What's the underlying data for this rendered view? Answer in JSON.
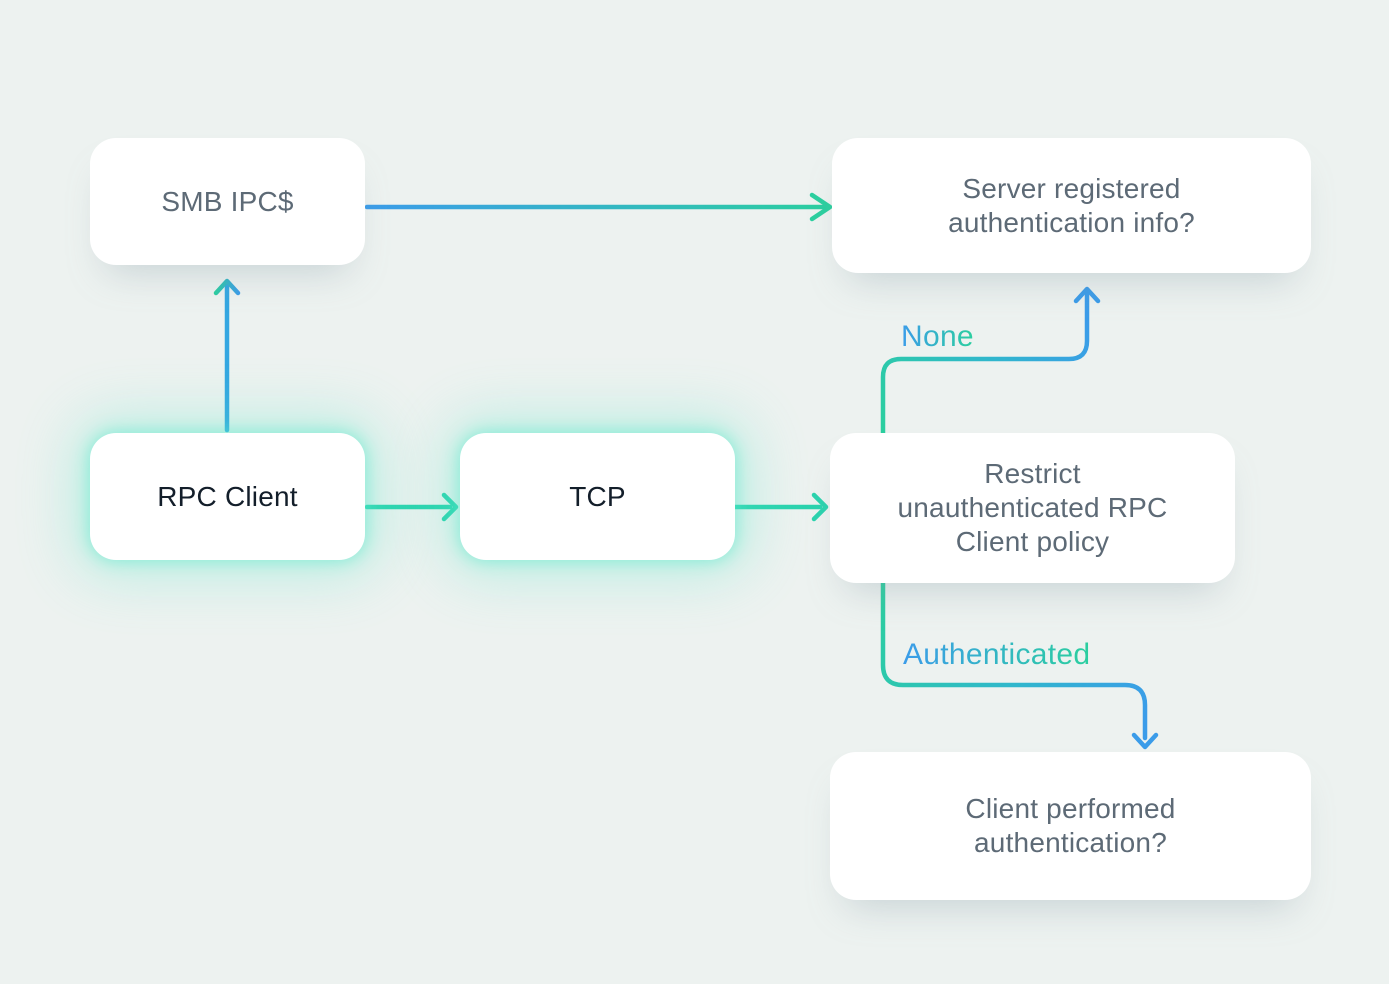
{
  "canvas": {
    "background": "#edf2f0"
  },
  "colors": {
    "node_fill": "#ffffff",
    "node_text_gray": "#5d6a76",
    "node_text_dark": "#131e2a",
    "arrow_teal": "#2bd3ae",
    "arrow_green": "#2bcf9f",
    "arrow_blue": "#3b9ce9",
    "glow_teal": "#58e9cb"
  },
  "nodes": [
    {
      "id": "smb-ipc",
      "label": "SMB IPC$"
    },
    {
      "id": "server-registered",
      "label": "Server registered\nauthentication info?"
    },
    {
      "id": "rpc-client",
      "label": "RPC Client",
      "glow": true
    },
    {
      "id": "tcp",
      "label": "TCP",
      "glow": true
    },
    {
      "id": "restrict-policy",
      "label": "Restrict\nunauthenticated RPC\nClient policy"
    },
    {
      "id": "client-performed",
      "label": "Client performed\nauthentication?"
    }
  ],
  "edges": [
    {
      "from": "smb-ipc",
      "to": "server-registered",
      "label": ""
    },
    {
      "from": "rpc-client",
      "to": "smb-ipc",
      "label": ""
    },
    {
      "from": "rpc-client",
      "to": "tcp",
      "label": ""
    },
    {
      "from": "tcp",
      "to": "restrict-policy",
      "label": ""
    },
    {
      "from": "restrict-policy",
      "to": "server-registered",
      "label": "None"
    },
    {
      "from": "restrict-policy",
      "to": "client-performed",
      "label": "Authenticated"
    }
  ]
}
